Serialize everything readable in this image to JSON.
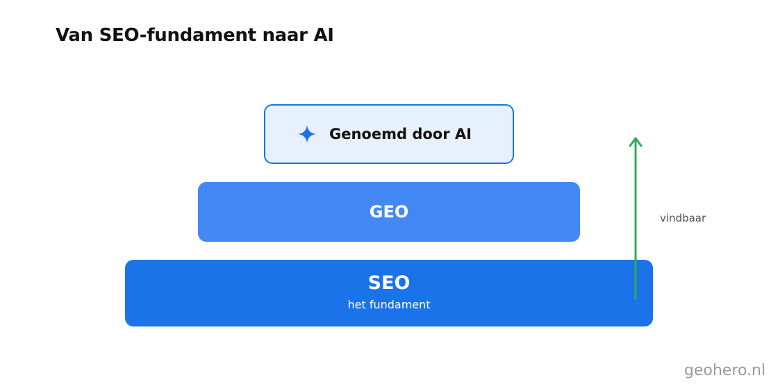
{
  "title": "Van SEO-fundament naar AI",
  "layers": {
    "ai": {
      "label": "Genoemd door AI",
      "icon": "sparkle-icon"
    },
    "geo": {
      "label": "GEO"
    },
    "seo": {
      "label": "SEO",
      "sublabel": "het fundament"
    }
  },
  "arrow": {
    "label": "vindbaar",
    "color": "#34a853"
  },
  "brand": "geohero.nl",
  "colors": {
    "seo": "#1a73e8",
    "geo": "#4488f5",
    "ai_fill": "#e8f0fc",
    "ai_border": "#1a73e8"
  }
}
